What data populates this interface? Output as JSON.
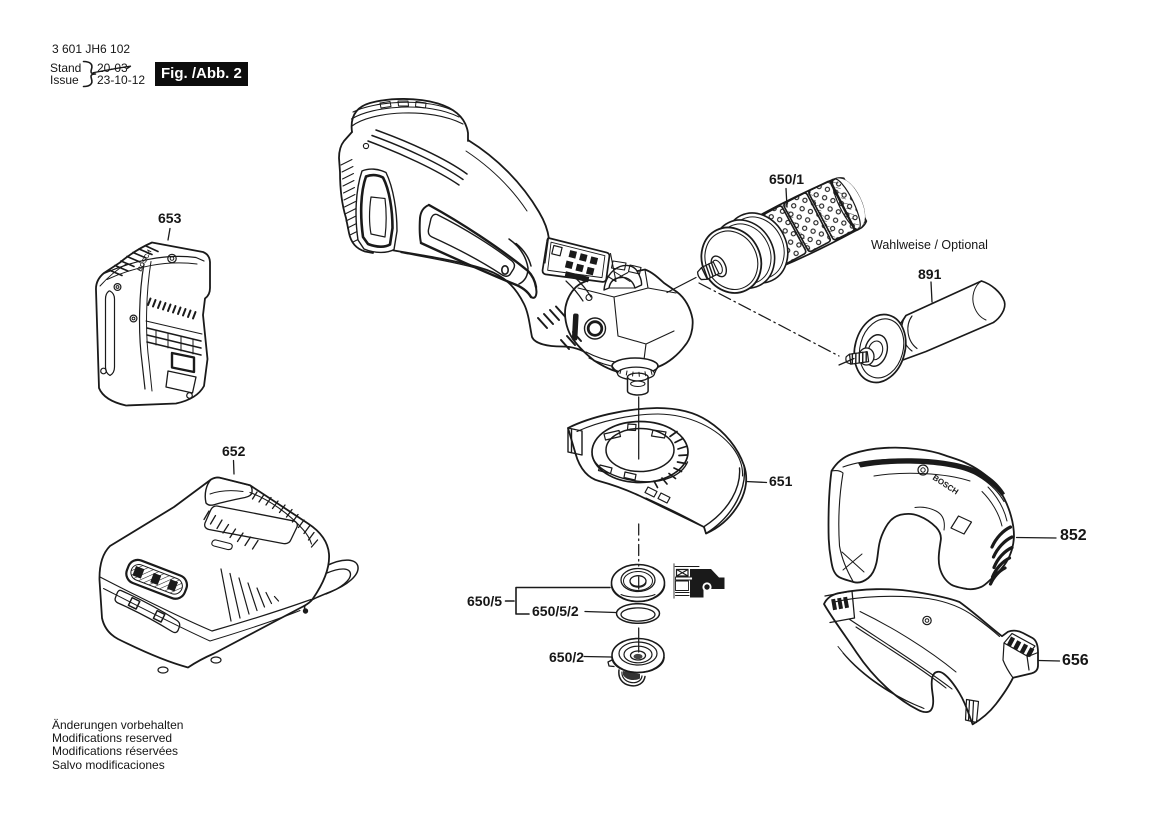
{
  "page": {
    "background": "#ffffff",
    "ink": "#1a1a1a"
  },
  "header": {
    "document_number": "3 601 JH6 102",
    "stand_label": "Stand",
    "issue_label": "Issue",
    "old_revision": "20-03",
    "revision": "23-10-12",
    "figure_label": "Fig. /Abb. 2"
  },
  "brand": "BOSCH",
  "optional_note": "Wahlweise / Optional",
  "callouts": {
    "battery_pack": "653",
    "charger": "652",
    "vibration_control_handle": "650/1",
    "auxiliary_handle": "891",
    "wheel_guard": "651",
    "backing_flange": "650/5",
    "o_ring": "650/5/2",
    "clamping_nut": "650/2",
    "cutting_guard_cover": "852",
    "dust_extraction_guard": "656"
  },
  "footer": {
    "lines": [
      "Änderungen vorbehalten",
      "Modifications reserved",
      "Modifications réservées",
      "Salvo modificaciones"
    ]
  }
}
